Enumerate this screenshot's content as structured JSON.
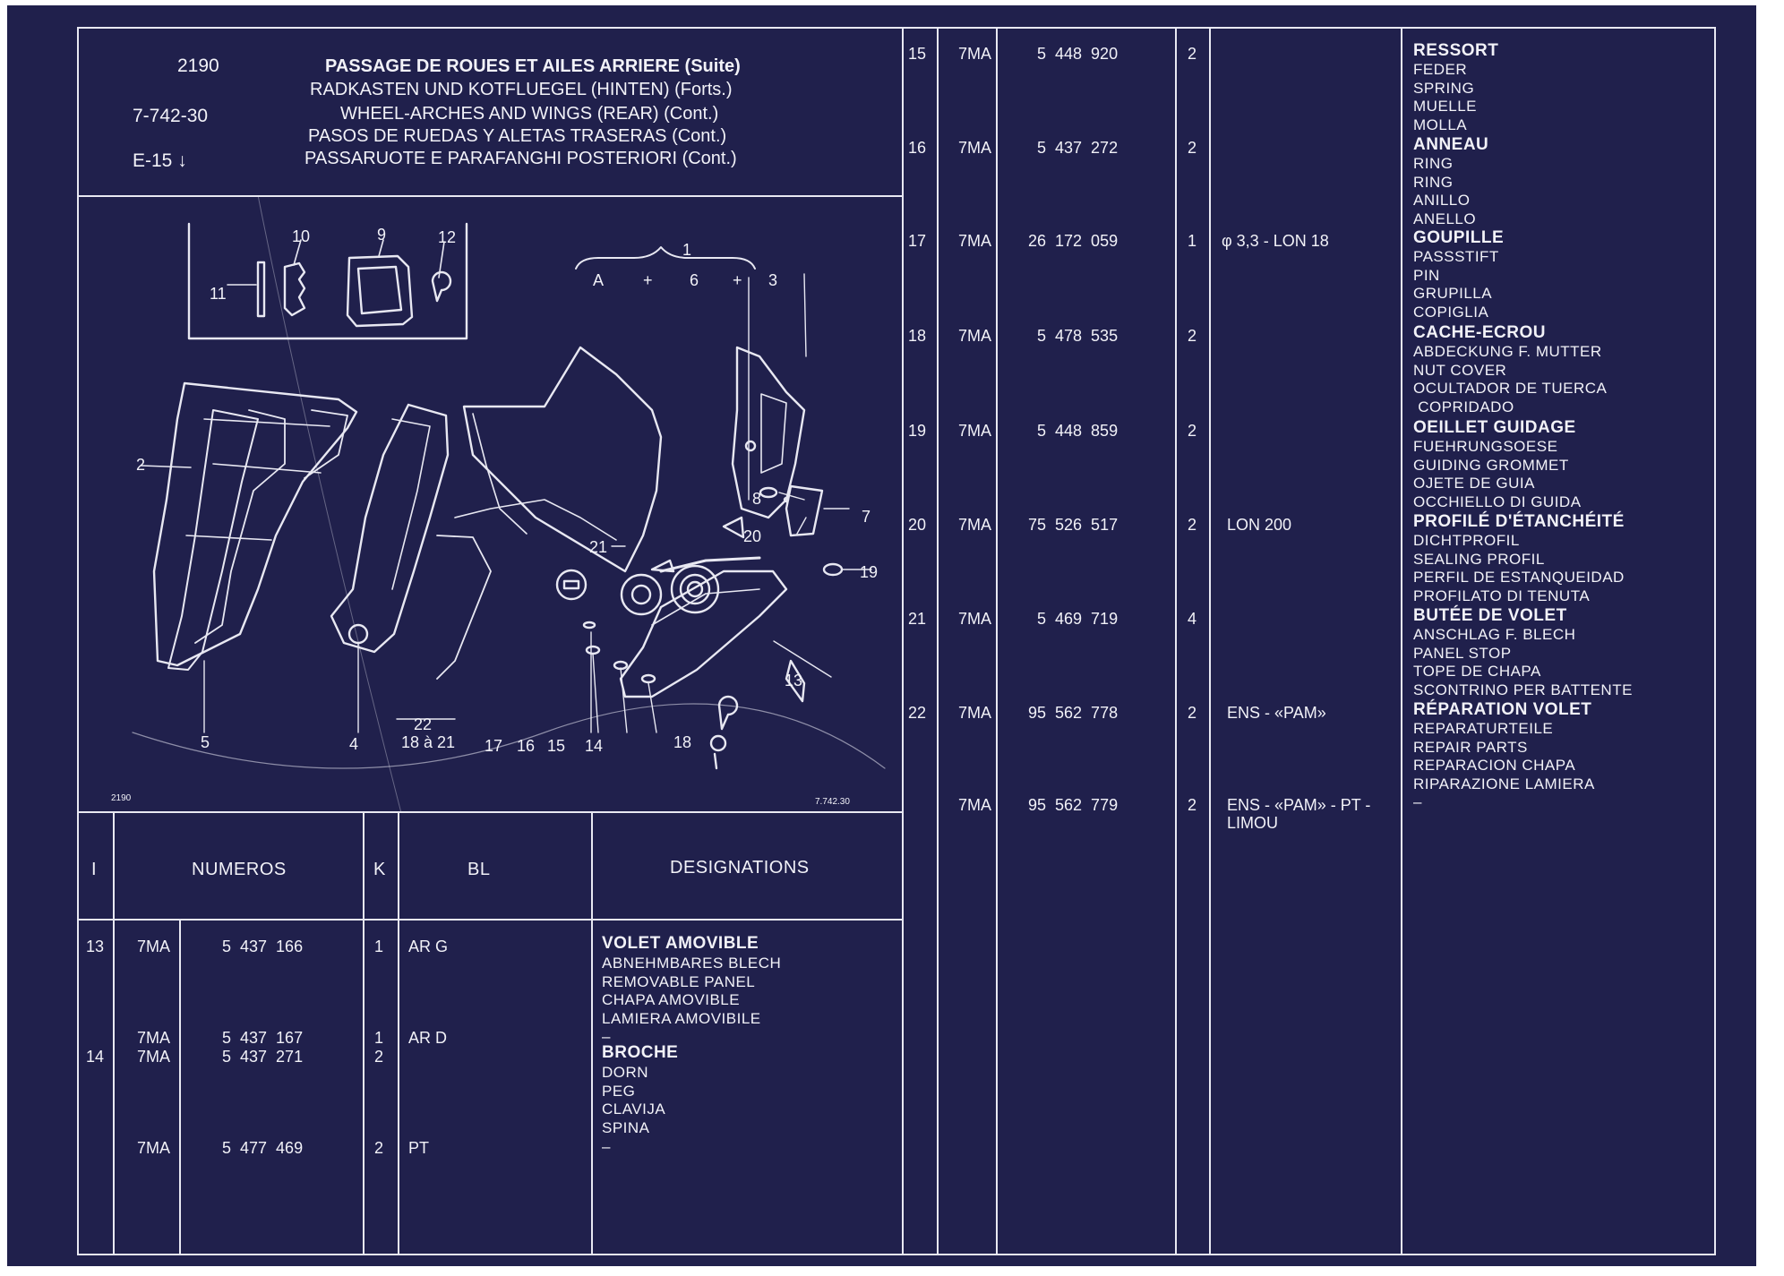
{
  "header": {
    "codes": [
      "2190",
      "7-742-30",
      "E-15 ↓"
    ],
    "titles": [
      "PASSAGE DE ROUES ET AILES ARRIERE (Suite)",
      "RADKASTEN UND KOTFLUEGEL (HINTEN) (Forts.)",
      "WHEEL-ARCHES AND WINGS (REAR) (Cont.)",
      "PASOS DE RUEDAS Y ALETAS TRASERAS (Cont.)",
      "PASSARUOTE E PARAFANGHI POSTERIORI (Cont.)"
    ]
  },
  "diagram": {
    "inset_labels": [
      "10",
      "9",
      "12",
      "11"
    ],
    "top_labels": [
      "1",
      "A",
      "+",
      "6",
      "+",
      "3"
    ],
    "side_labels": [
      "2",
      "8",
      "7",
      "21",
      "20",
      "19",
      "13",
      "18"
    ],
    "bottom_labels": [
      "5",
      "4",
      "22",
      "18 à 21",
      "17",
      "16",
      "15",
      "14"
    ],
    "ref_left": "2190",
    "ref_right": "7.742.30"
  },
  "columns": {
    "i": "I",
    "numeros": "NUMEROS",
    "k": "K",
    "bl": "BL",
    "designations": "DESIGNATIONS"
  },
  "left_rows": [
    {
      "item": "13",
      "prefix": "7MA",
      "number": "5  437  166",
      "qty": "1",
      "bl": "AR G",
      "desc_bold": "VOLET AMOVIBLE",
      "desc": "ABNEHMBARES BLECH\nREMOVABLE PANEL\nCHAPA AMOVIBLE\nLAMIERA AMOVIBILE\n–"
    },
    {
      "item": "",
      "prefix": "7MA",
      "number": "5  437  167",
      "qty": "1",
      "bl": "AR D",
      "desc_bold": "",
      "desc": ""
    },
    {
      "item": "14",
      "prefix": "7MA",
      "number": "5  437  271",
      "qty": "2",
      "bl": "",
      "desc_bold": "BROCHE",
      "desc": "DORN\nPEG\nCLAVIJA\nSPINA"
    },
    {
      "item": "",
      "prefix": "7MA",
      "number": "5  477  469",
      "qty": "2",
      "bl": "PT",
      "desc_bold": "",
      "desc": "–"
    }
  ],
  "right_rows": [
    {
      "item": "15",
      "prefix": "7MA",
      "number": "5  448  920",
      "qty": "2",
      "bl": "",
      "desc_bold": "RESSORT",
      "desc": "FEDER\nSPRING\nMUELLE\nMOLLA"
    },
    {
      "item": "16",
      "prefix": "7MA",
      "number": "5  437  272",
      "qty": "2",
      "bl": "",
      "desc_bold": "ANNEAU",
      "desc": "RING\nRING\nANILLO\nANELLO"
    },
    {
      "item": "17",
      "prefix": "7MA",
      "number": "26  172  059",
      "qty": "1",
      "bl": "φ 3,3 - LON 18",
      "desc_bold": "GOUPILLE",
      "desc": "PASSSTIFT\nPIN\nGRUPILLA\nCOPIGLIA"
    },
    {
      "item": "18",
      "prefix": "7MA",
      "number": "5  478  535",
      "qty": "2",
      "bl": "",
      "desc_bold": "CACHE-ECROU",
      "desc": "ABDECKUNG F. MUTTER\nNUT COVER\nOCULTADOR DE TUERCA\n COPRIDADO"
    },
    {
      "item": "19",
      "prefix": "7MA",
      "number": "5  448  859",
      "qty": "2",
      "bl": "",
      "desc_bold": "OEILLET GUIDAGE",
      "desc": "FUEHRUNGSOESE\nGUIDING GROMMET\nOJETE DE GUIA\nOCCHIELLO DI GUIDA"
    },
    {
      "item": "20",
      "prefix": "7MA",
      "number": "75  526  517",
      "qty": "2",
      "bl": "LON 200",
      "desc_bold": "PROFILÉ D'ÉTANCHÉITÉ",
      "desc": "DICHTPROFIL\nSEALING PROFIL\nPERFIL DE ESTANQUEIDAD\nPROFILATO DI TENUTA"
    },
    {
      "item": "21",
      "prefix": "7MA",
      "number": "5  469  719",
      "qty": "4",
      "bl": "",
      "desc_bold": "BUTÉE DE VOLET",
      "desc": "ANSCHLAG F. BLECH\nPANEL STOP\nTOPE DE CHAPA\nSCONTRINO PER BATTENTE"
    },
    {
      "item": "22",
      "prefix": "7MA",
      "number": "95  562  778",
      "qty": "2",
      "bl": "ENS - «PAM»",
      "desc_bold": "RÉPARATION VOLET",
      "desc": "REPARATURTEILE\nREPAIR PARTS\nREPARACION CHAPA\nRIPARAZIONE LAMIERA\n–"
    },
    {
      "item": "",
      "prefix": "7MA",
      "number": "95  562  779",
      "qty": "2",
      "bl": "ENS - «PAM» - PT -\nLIMOU",
      "desc_bold": "",
      "desc": ""
    }
  ],
  "colors": {
    "background": "#20204c",
    "lines": "#e8e8f2",
    "text": "#f2f2f8"
  }
}
